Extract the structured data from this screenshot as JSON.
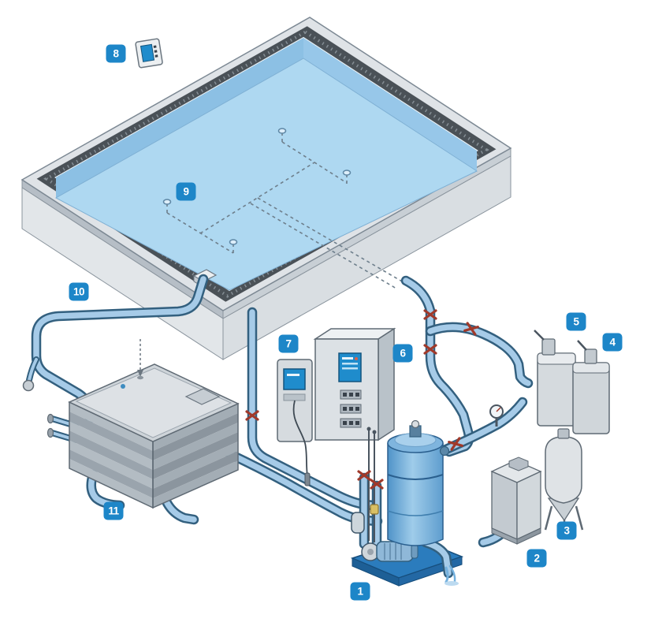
{
  "page": {
    "background": "#ffffff"
  },
  "diagram": {
    "description": "Isometric schematic of a swimming pool water treatment installation with numbered component callouts",
    "colors": {
      "badge": "#1d86c8",
      "badge_text": "#ffffff",
      "pool_water": "#a5d2ee",
      "pipe_fill": "#a6cbe8",
      "pipe_outline": "#33607f",
      "equipment_gray": "#d8dde2",
      "filter_tank_blue": "#6aa8d8",
      "base_plate_blue": "#2b7cbd",
      "valve_red": "#a0392a",
      "display_blue": "#1f8ccc"
    },
    "callouts": [
      {
        "number": "1",
        "component": "filter-pump-unit"
      },
      {
        "number": "2",
        "component": "chemical-storage-container"
      },
      {
        "number": "3",
        "component": "dissolving-tank"
      },
      {
        "number": "4",
        "component": "dosing-canister-right"
      },
      {
        "number": "5",
        "component": "dosing-canister-left"
      },
      {
        "number": "6",
        "component": "control-cabinet"
      },
      {
        "number": "7",
        "component": "measuring-controller"
      },
      {
        "number": "8",
        "component": "wall-control-panel"
      },
      {
        "number": "9",
        "component": "pool-floor-inlet-piping"
      },
      {
        "number": "10",
        "component": "overflow-fitting"
      },
      {
        "number": "11",
        "component": "heat-exchanger"
      }
    ]
  }
}
